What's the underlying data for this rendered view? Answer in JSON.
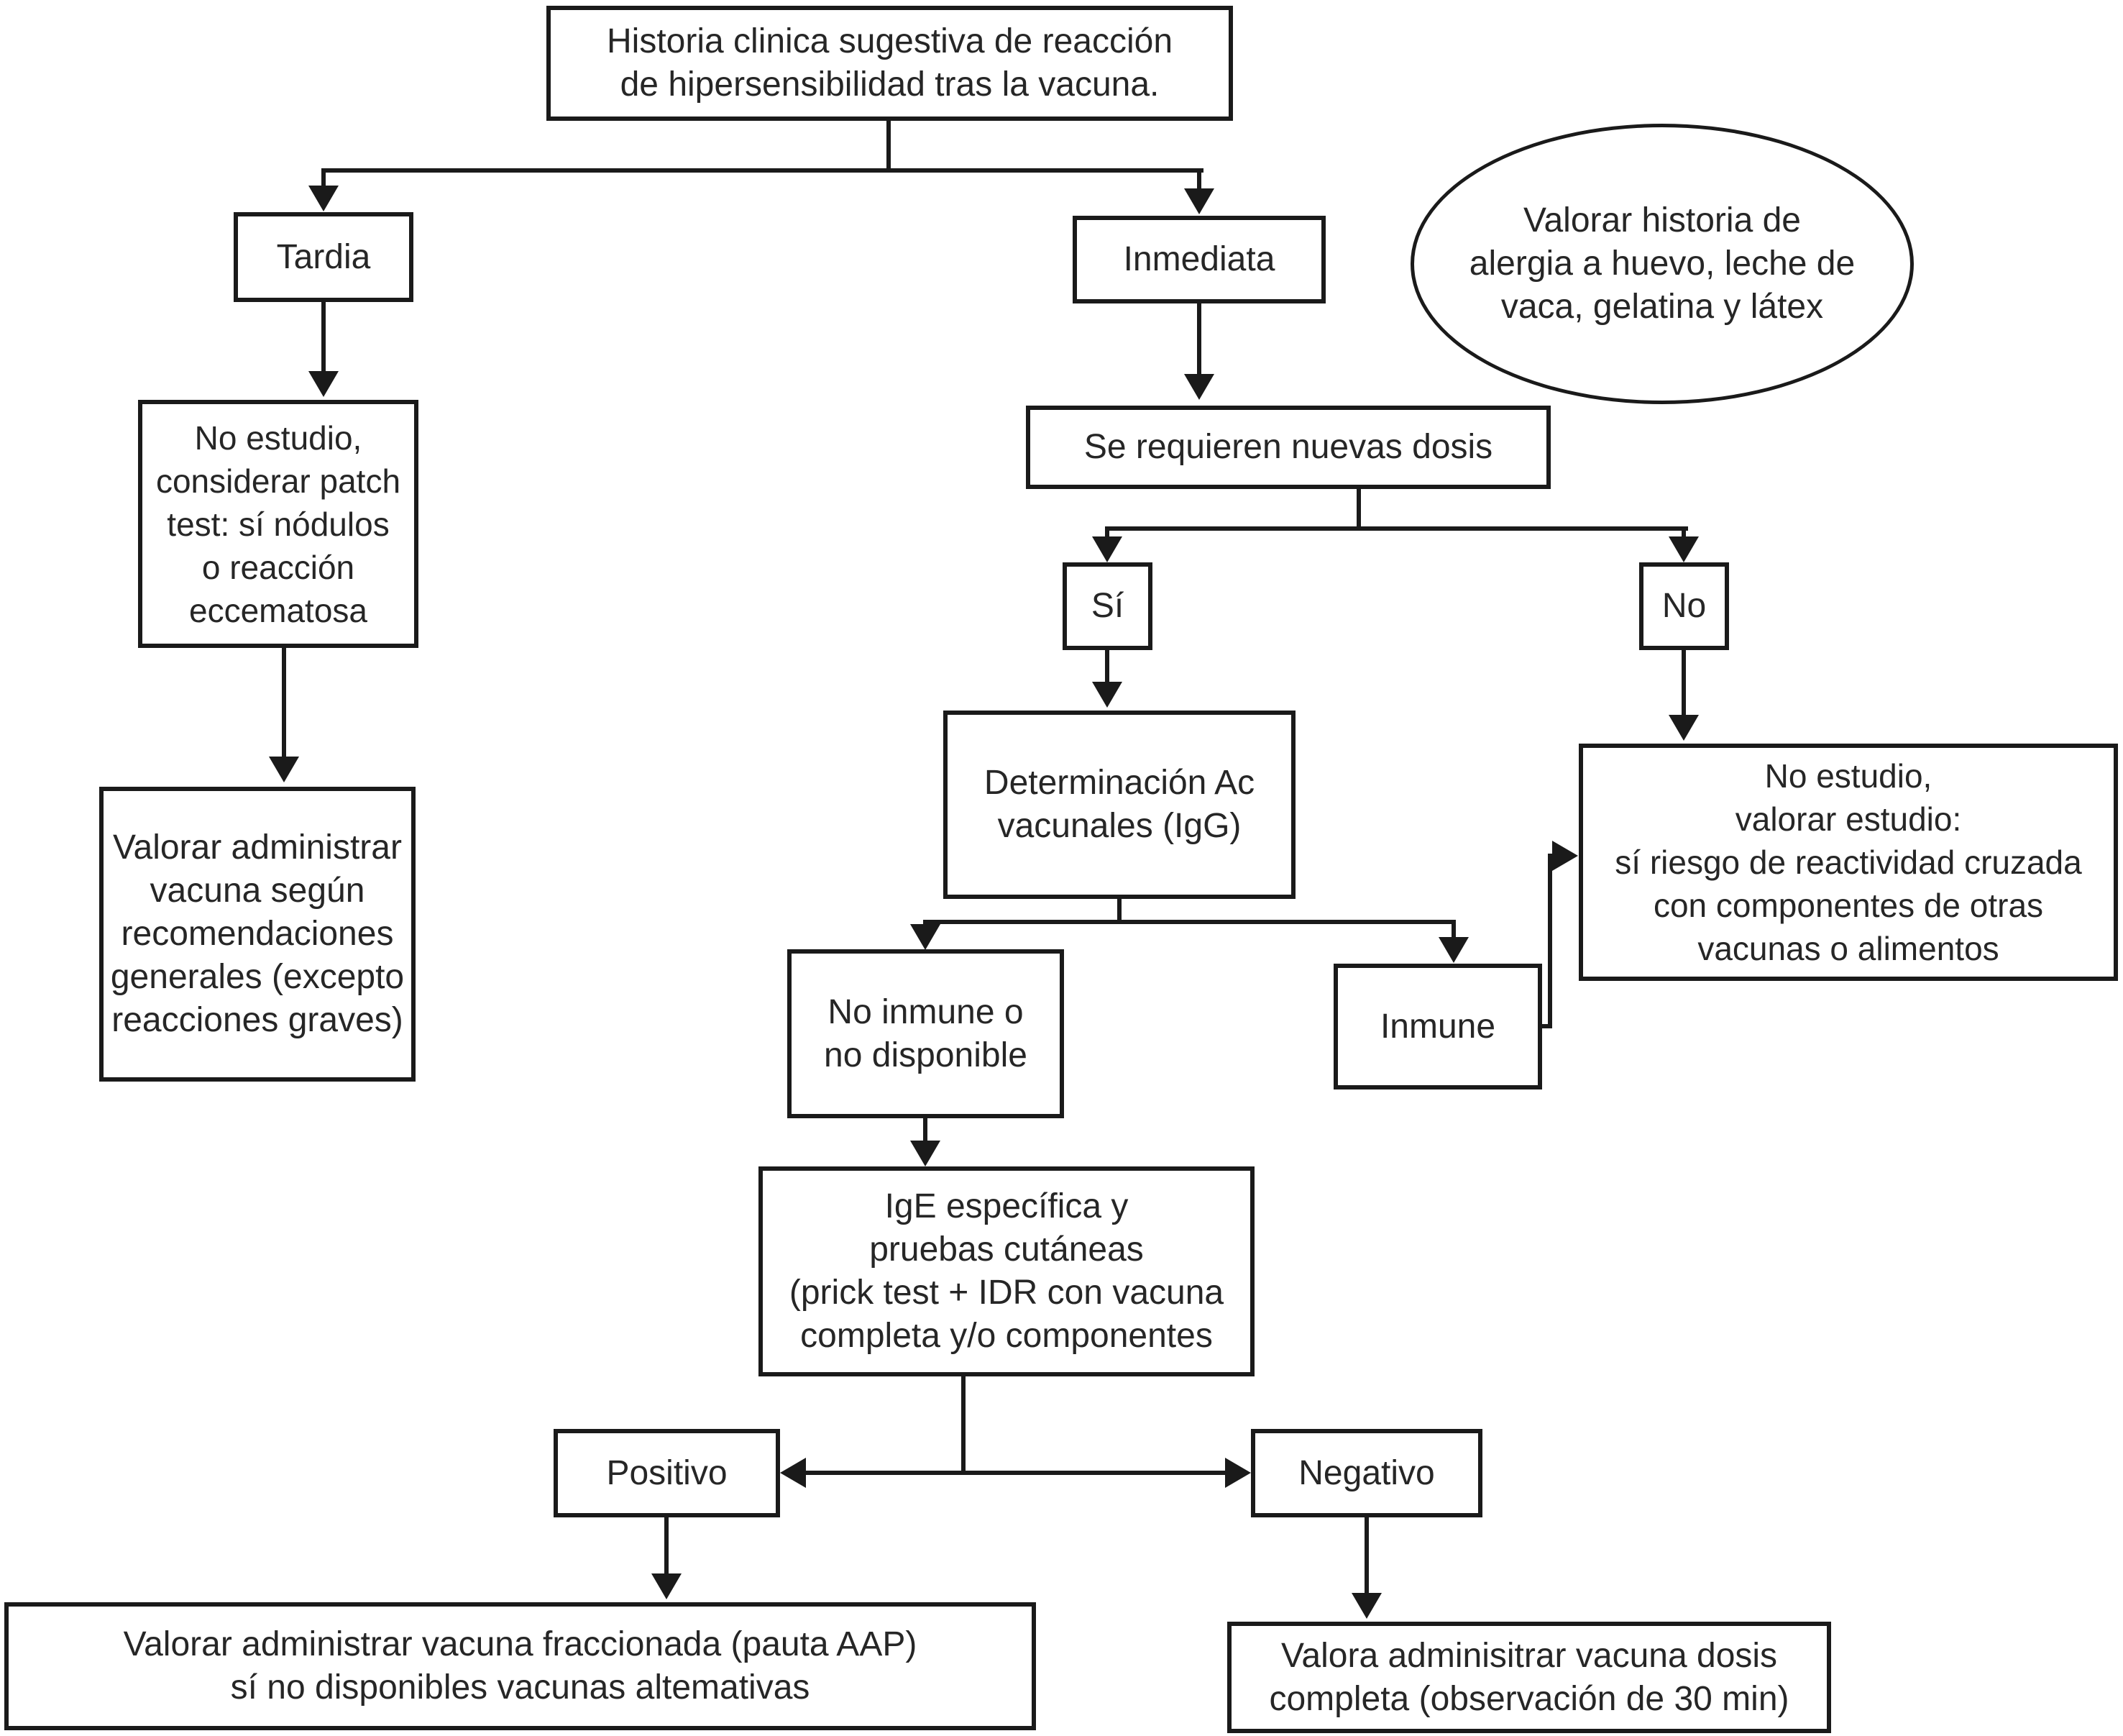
{
  "colors": {
    "line": "#1a1a1a",
    "background": "#ffffff",
    "text": "#262626"
  },
  "nodes": {
    "historia": {
      "shape": "rect",
      "lines": [
        "Historia clinica sugestiva de reacción",
        "de hipersensibilidad tras la vacuna."
      ]
    },
    "tardia": {
      "shape": "rect",
      "lines": [
        "Tardia"
      ]
    },
    "inmediata": {
      "shape": "rect",
      "lines": [
        "Inmediata"
      ]
    },
    "valorar_historia": {
      "shape": "ellipse",
      "lines": [
        "Valorar historia de",
        "alergia a huevo, leche de",
        "vaca, gelatina y látex"
      ]
    },
    "no_estudio_patch": {
      "shape": "rect",
      "lines": [
        "No estudio,",
        "considerar patch",
        "test: sí nódulos",
        "o reacción",
        "eccematosa"
      ]
    },
    "valorar_vacuna_general": {
      "shape": "rect",
      "lines": [
        "Valorar administrar",
        "vacuna según",
        "recomendaciones",
        "generales (excepto",
        "reacciones graves)"
      ]
    },
    "se_requieren": {
      "shape": "rect",
      "lines": [
        "Se requieren nuevas dosis"
      ]
    },
    "si": {
      "shape": "rect",
      "lines": [
        "Sí"
      ]
    },
    "no": {
      "shape": "rect",
      "lines": [
        "No"
      ]
    },
    "determinacion": {
      "shape": "rect",
      "lines": [
        "Determinación Ac",
        "vacunales (IgG)"
      ]
    },
    "no_estudio_valorar": {
      "shape": "rect",
      "lines": [
        "No estudio,",
        "valorar estudio:",
        "sí riesgo de reactividad cruzada",
        "con componentes de otras",
        "vacunas o alimentos"
      ]
    },
    "no_inmune": {
      "shape": "rect",
      "lines": [
        "No inmune o",
        "no disponible"
      ]
    },
    "inmune": {
      "shape": "rect",
      "lines": [
        "Inmune"
      ]
    },
    "ige": {
      "shape": "rect",
      "lines": [
        "IgE específica y",
        "pruebas cutáneas",
        "(prick test + IDR con vacuna",
        "completa y/o componentes"
      ]
    },
    "positivo": {
      "shape": "rect",
      "lines": [
        "Positivo"
      ]
    },
    "negativo": {
      "shape": "rect",
      "lines": [
        "Negativo"
      ]
    },
    "fraccionada": {
      "shape": "rect",
      "lines": [
        "Valorar administrar vacuna fraccionada (pauta AAP)",
        "sí no disponibles vacunas altemativas"
      ]
    },
    "dosis_completa": {
      "shape": "rect",
      "lines": [
        "Valora adminisitrar vacuna dosis",
        "completa (observación de 30 min)"
      ]
    }
  }
}
